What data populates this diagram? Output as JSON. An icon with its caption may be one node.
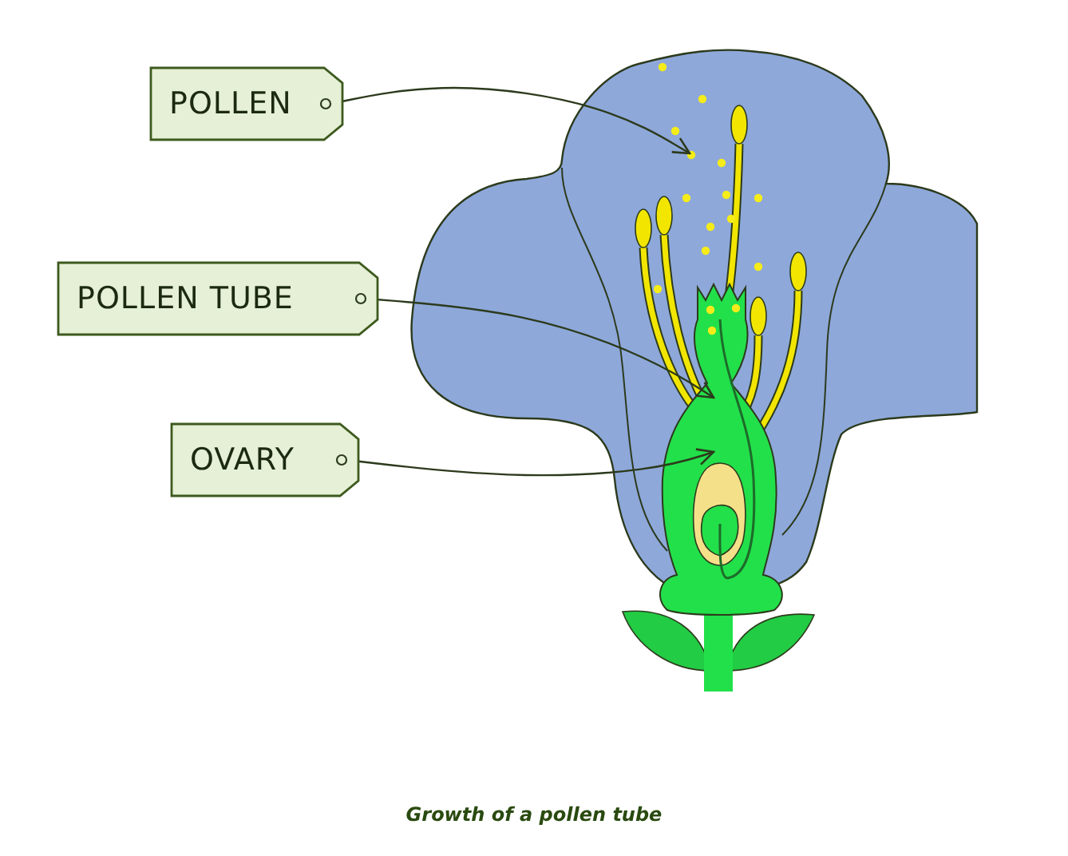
{
  "diagram": {
    "caption": "Growth of a pollen tube",
    "nodes": [
      {
        "text": [
          "POLLEN"
        ]
      },
      {
        "text": [
          "POLLEN TUBE"
        ]
      },
      {
        "text": [
          "OVARY"
        ]
      }
    ],
    "edges": [
      {
        "from": 0,
        "to": null,
        "arrow": "to"
      },
      {
        "from": 1,
        "to": null,
        "arrow": "to"
      },
      {
        "from": 2,
        "to": null,
        "arrow": "to"
      }
    ]
  }
}
